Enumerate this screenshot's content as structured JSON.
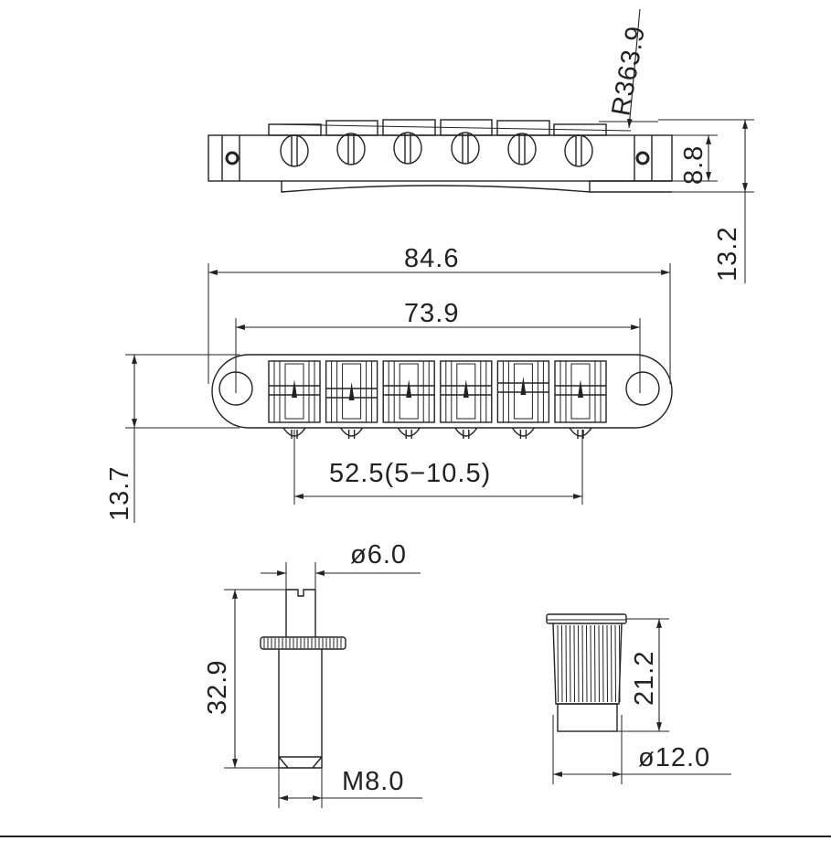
{
  "title": "Tune-o-matic bridge and post dimensional drawing",
  "dimensions": {
    "radius": "R363.9",
    "side_height": "8.8",
    "total_height": "13.2",
    "overall_length": "84.6",
    "post_spacing": "73.9",
    "width": "13.7",
    "string_spacing": "52.5(5−10.5)",
    "post_head_diameter": "ø6.0",
    "post_length": "32.9",
    "post_thread": "M8.0",
    "bushing_length": "21.2",
    "bushing_diameter": "ø12.0"
  },
  "colors": {
    "line": "#222222",
    "background": "#ffffff"
  }
}
